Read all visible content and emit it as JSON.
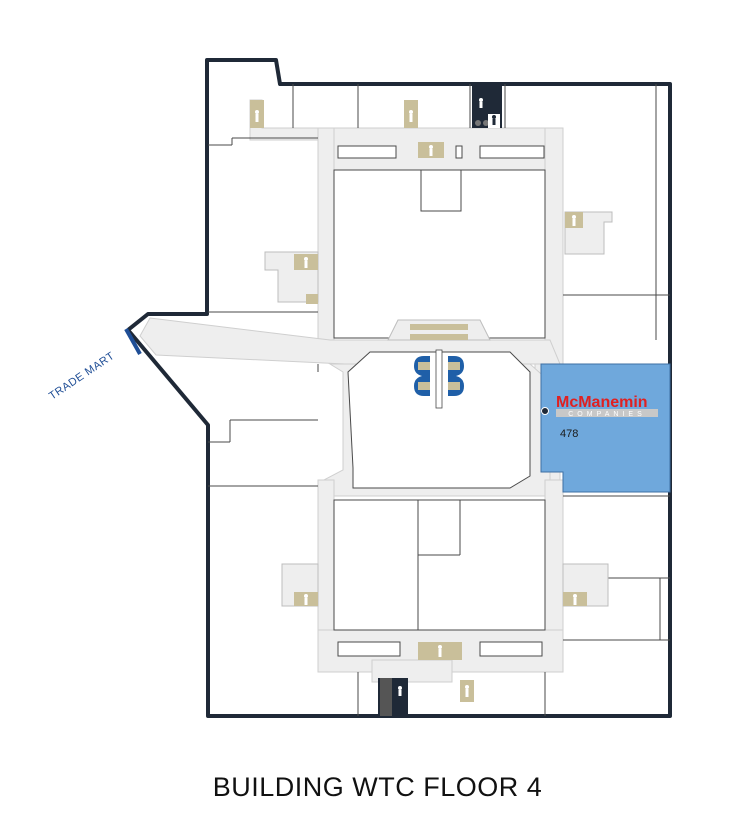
{
  "floor_title": "BUILDING WTC FLOOR 4",
  "connector_label": "TRADE MART",
  "highlighted_suite": {
    "number": "478",
    "tenant_logo_main": "McManemin",
    "tenant_logo_sub": "COMPANIES",
    "fill_color": "#6fa8dc"
  },
  "legend_icons": [
    "restroom-icon",
    "elevator-icon",
    "stairs-icon"
  ],
  "colors": {
    "wall": "#1f2937",
    "corridor": "#eeeeee",
    "room_line": "#4a4a4a",
    "core_tan": "#c9bf9a",
    "elevator_blue": "#1f5fa8",
    "logo_red": "#e02020",
    "connector_blue": "#1f4e96"
  }
}
